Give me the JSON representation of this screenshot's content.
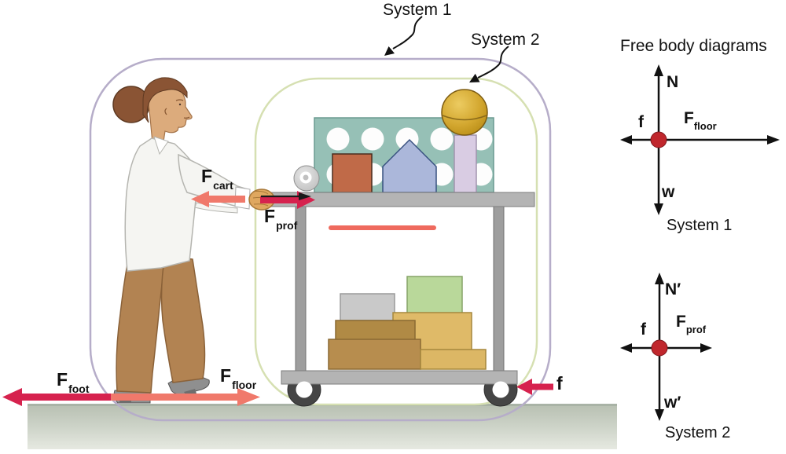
{
  "callouts": {
    "system1": "System 1",
    "system2": "System 2"
  },
  "scene_forces": {
    "f_cart": {
      "main": "F",
      "sub": "cart"
    },
    "f_prof": {
      "main": "F",
      "sub": "prof"
    },
    "f_foot": {
      "main": "F",
      "sub": "foot"
    },
    "f_floor": {
      "main": "F",
      "sub": "floor"
    },
    "friction_wheel": "f"
  },
  "fbd": {
    "title": "Free body diagrams",
    "diagrams": [
      {
        "up": "N",
        "left": "f",
        "right": {
          "main": "F",
          "sub": "floor"
        },
        "down": "w",
        "caption": "System 1"
      },
      {
        "up": "N′",
        "left": "f",
        "right": {
          "main": "F",
          "sub": "prof"
        },
        "down": "w′",
        "caption": "System 2"
      }
    ]
  },
  "colors": {
    "force_action": "#d6224e",
    "force_reaction": "#f0796b",
    "fbd_dot": "#c0272d",
    "system1_boundary": "#b6adc9",
    "system2_boundary": "#d6e0b2",
    "floor_top": "#b7bfb1",
    "floor_bottom": "#e6e9e1"
  }
}
